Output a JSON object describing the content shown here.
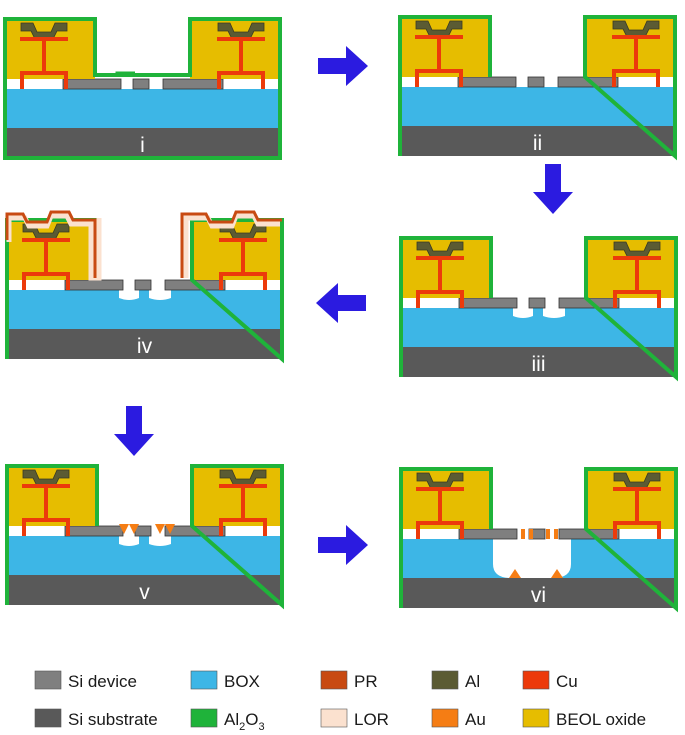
{
  "colors": {
    "si_device": "#7f7f7f",
    "si_substrate": "#595959",
    "box": "#3db6e6",
    "al2o3": "#1fb33a",
    "pr": "#c84a12",
    "lor": "#fbe1cf",
    "al": "#5b5b33",
    "au": "#f57d14",
    "cu": "#ec3a0b",
    "beol_oxide": "#e6bd00",
    "arrow": "#2b1be0"
  },
  "panels": [
    {
      "label": "i",
      "stage": "before-etch"
    },
    {
      "label": "ii",
      "stage": "al2o3-removed"
    },
    {
      "label": "iii",
      "stage": "undercut"
    },
    {
      "label": "iv",
      "stage": "resist-patterned"
    },
    {
      "label": "v",
      "stage": "au-deposited"
    },
    {
      "label": "vi",
      "stage": "cavity-released"
    }
  ],
  "arrows": [
    {
      "from": "i",
      "to": "ii",
      "direction": "right"
    },
    {
      "from": "ii",
      "to": "iii",
      "direction": "down"
    },
    {
      "from": "iii",
      "to": "iv",
      "direction": "left"
    },
    {
      "from": "iv",
      "to": "v",
      "direction": "down"
    },
    {
      "from": "v",
      "to": "vi",
      "direction": "right"
    }
  ],
  "legend": {
    "items": [
      {
        "key": "si_device",
        "text": "Si device"
      },
      {
        "key": "box",
        "text": "BOX"
      },
      {
        "key": "pr",
        "text": "PR"
      },
      {
        "key": "al",
        "text": "Al"
      },
      {
        "key": "cu",
        "text": "Cu"
      },
      {
        "key": "si_substrate",
        "text": "Si substrate"
      },
      {
        "key": "al2o3",
        "text": "Al",
        "sub1": "2",
        "mid": "O",
        "sub2": "3"
      },
      {
        "key": "lor",
        "text": "LOR"
      },
      {
        "key": "au",
        "text": "Au"
      },
      {
        "key": "beol_oxide",
        "text": "BEOL oxide"
      }
    ]
  }
}
